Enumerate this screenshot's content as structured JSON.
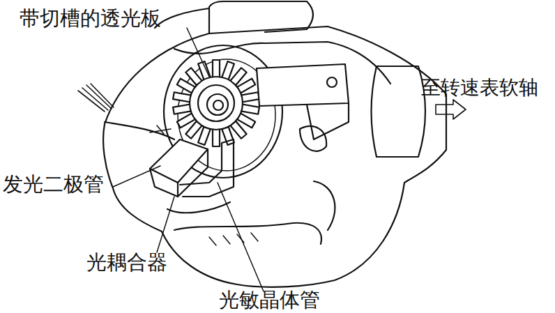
{
  "diagram": {
    "labels": [
      "带切槽的透光板",
      "至转速表软轴",
      "发光二极管",
      "光耦合器",
      "光敏晶体管"
    ]
  }
}
